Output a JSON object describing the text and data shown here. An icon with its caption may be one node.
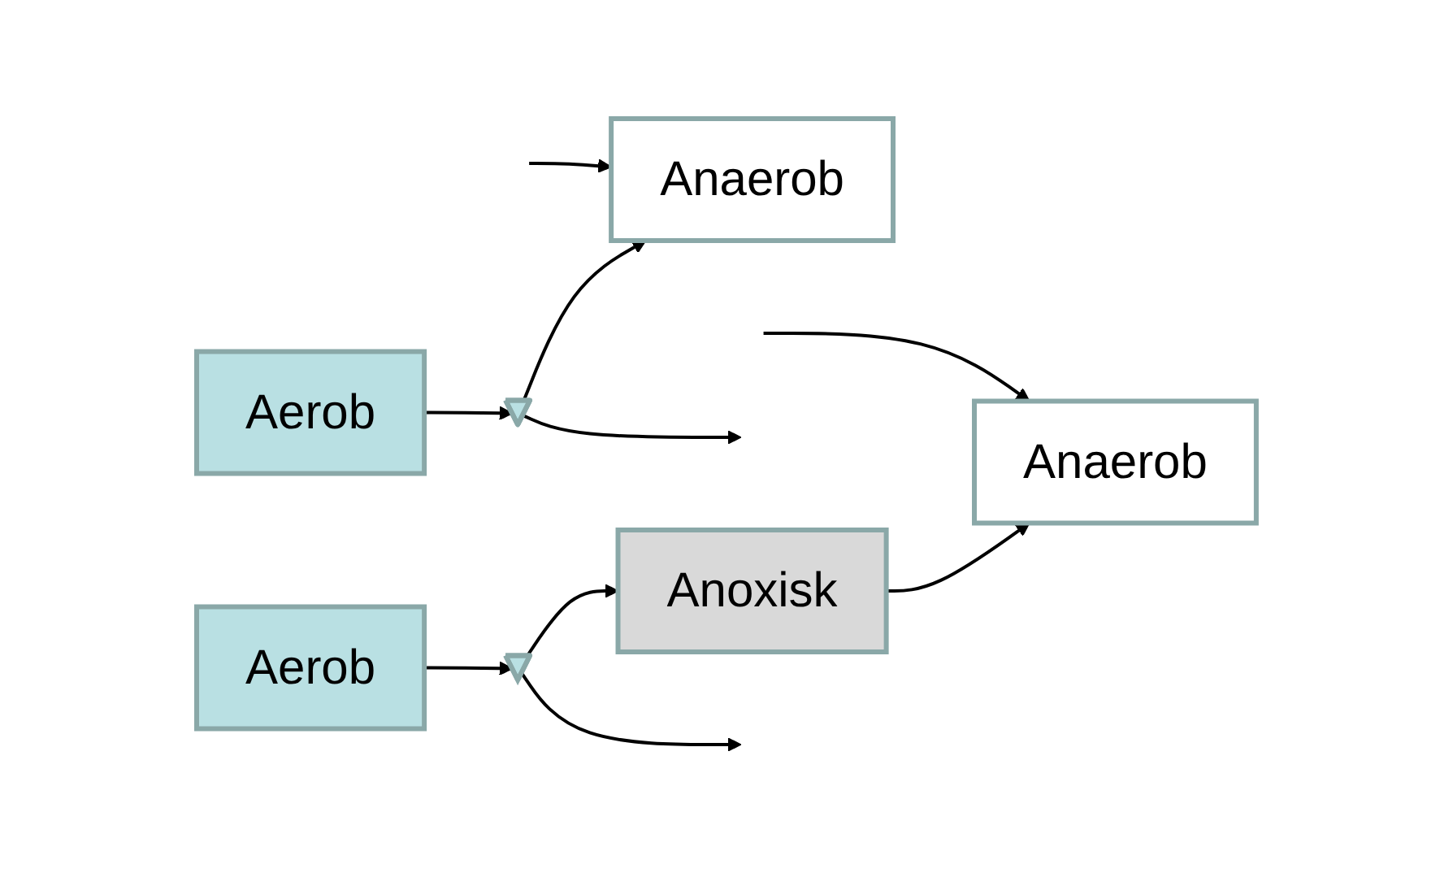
{
  "diagram": {
    "nodes": [
      {
        "text": [
          "Anaerob"
        ]
      },
      {
        "text": [
          "Aerob"
        ]
      },
      {
        "text": [],
        "shape": "triangle"
      },
      {
        "text": [
          "Anaerob"
        ]
      },
      {
        "text": [
          "Anoxisk"
        ]
      },
      {
        "text": [
          "Aerob"
        ]
      },
      {
        "text": [],
        "shape": "triangle"
      }
    ],
    "edges": [
      {
        "from": null,
        "to": 0,
        "arrow": "to"
      },
      {
        "from": 1,
        "to": 2,
        "arrow": "to"
      },
      {
        "from": 2,
        "to": null,
        "arrow": "to"
      },
      {
        "from": 2,
        "to": 0,
        "arrow": "to"
      },
      {
        "from": null,
        "to": 3,
        "arrow": "to"
      },
      {
        "from": 4,
        "to": 3,
        "arrow": "to"
      },
      {
        "from": 5,
        "to": 6,
        "arrow": "to"
      },
      {
        "from": 6,
        "to": null,
        "arrow": "to"
      },
      {
        "from": 6,
        "to": 4,
        "arrow": "to"
      }
    ]
  }
}
